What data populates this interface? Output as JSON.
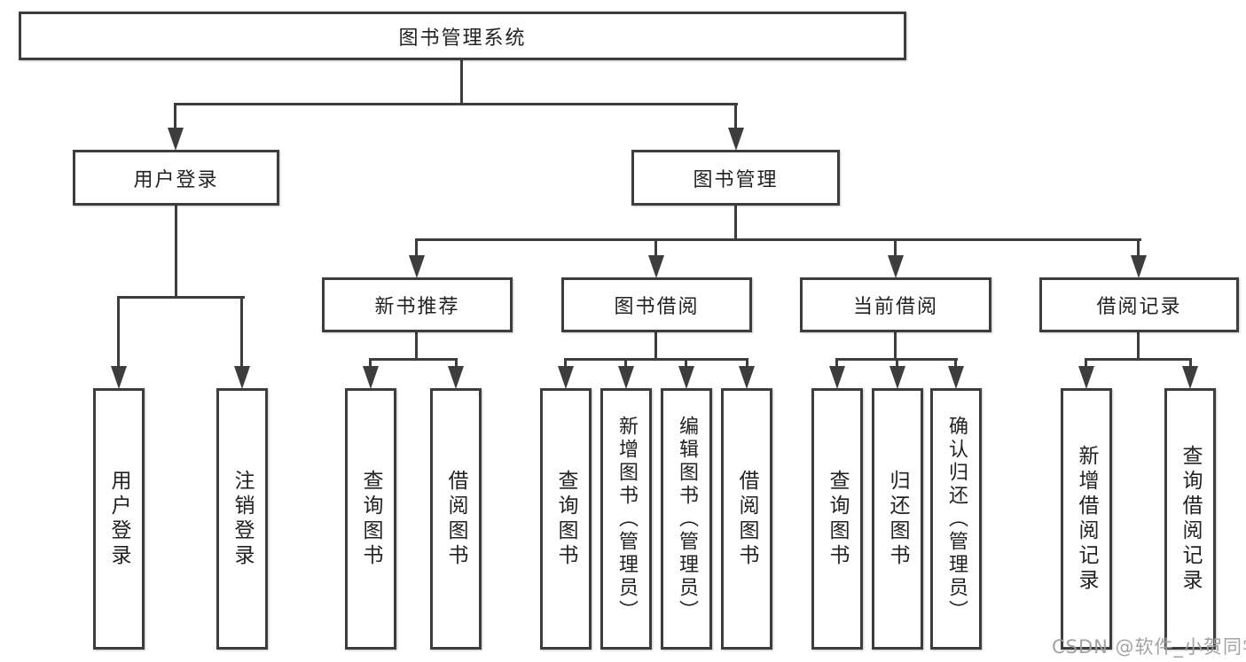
{
  "diagram_title": "图书管理系统",
  "tree": {
    "root": "图书管理系统",
    "branches": [
      {
        "label": "用户登录",
        "children": [
          "用户登录",
          "注销登录"
        ]
      },
      {
        "label": "图书管理",
        "groups": [
          {
            "label": "新书推荐",
            "children": [
              "查询图书",
              "借阅图书"
            ]
          },
          {
            "label": "图书借阅",
            "children": [
              "查询图书",
              "新增图书（管理员）",
              "编辑图书（管理员）",
              "借阅图书"
            ]
          },
          {
            "label": "当前借阅",
            "children": [
              "查询图书",
              "归还图书",
              "确认归还（管理员）"
            ]
          },
          {
            "label": "借阅记录",
            "children": [
              "新增借阅记录",
              "查询借阅记录"
            ]
          }
        ]
      }
    ]
  },
  "colors": {
    "line": "#3d3d3d",
    "text": "#222222",
    "background": "#ffffff",
    "watermark": "#9e9ea0"
  },
  "watermark": "CSDN @软件_小贺同学"
}
